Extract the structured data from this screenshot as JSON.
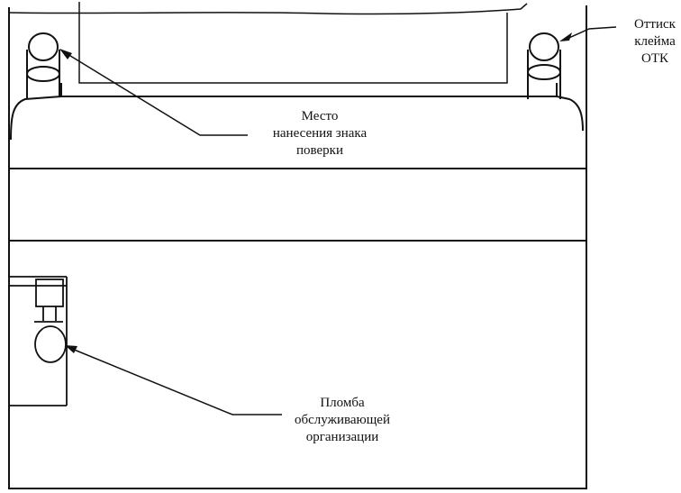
{
  "labels": {
    "otk": [
      "Оттиск",
      "клейма",
      "ОТК"
    ],
    "verification": [
      "Место",
      "нанесения знака",
      "поверки"
    ],
    "seal": [
      "Пломба",
      "обслуживающей",
      "организации"
    ]
  }
}
